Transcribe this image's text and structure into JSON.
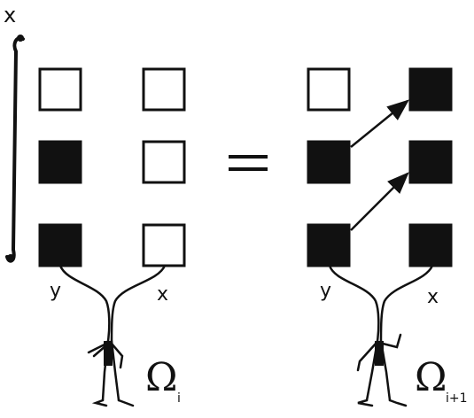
{
  "integral": {
    "upper_limit": "x"
  },
  "left_figure": {
    "columns": [
      {
        "label": "y",
        "cells": [
          "empty",
          "filled",
          "filled"
        ]
      },
      {
        "label": "x",
        "cells": [
          "empty",
          "empty",
          "empty"
        ]
      }
    ],
    "operator": {
      "symbol": "Ω",
      "subscript": "i"
    }
  },
  "equals_sign": "=",
  "right_figure": {
    "columns": [
      {
        "label": "y",
        "cells": [
          "empty",
          "filled",
          "filled"
        ]
      },
      {
        "label": "x",
        "cells": [
          "filled",
          "filled",
          "filled"
        ]
      }
    ],
    "operator": {
      "symbol": "Ω",
      "subscript": "i+1"
    },
    "arrows": [
      {
        "from_row": 2,
        "to_row": 1
      },
      {
        "from_row": 1,
        "to_row": 0
      }
    ]
  },
  "colors": {
    "ink": "#111111",
    "paper": "#ffffff"
  }
}
